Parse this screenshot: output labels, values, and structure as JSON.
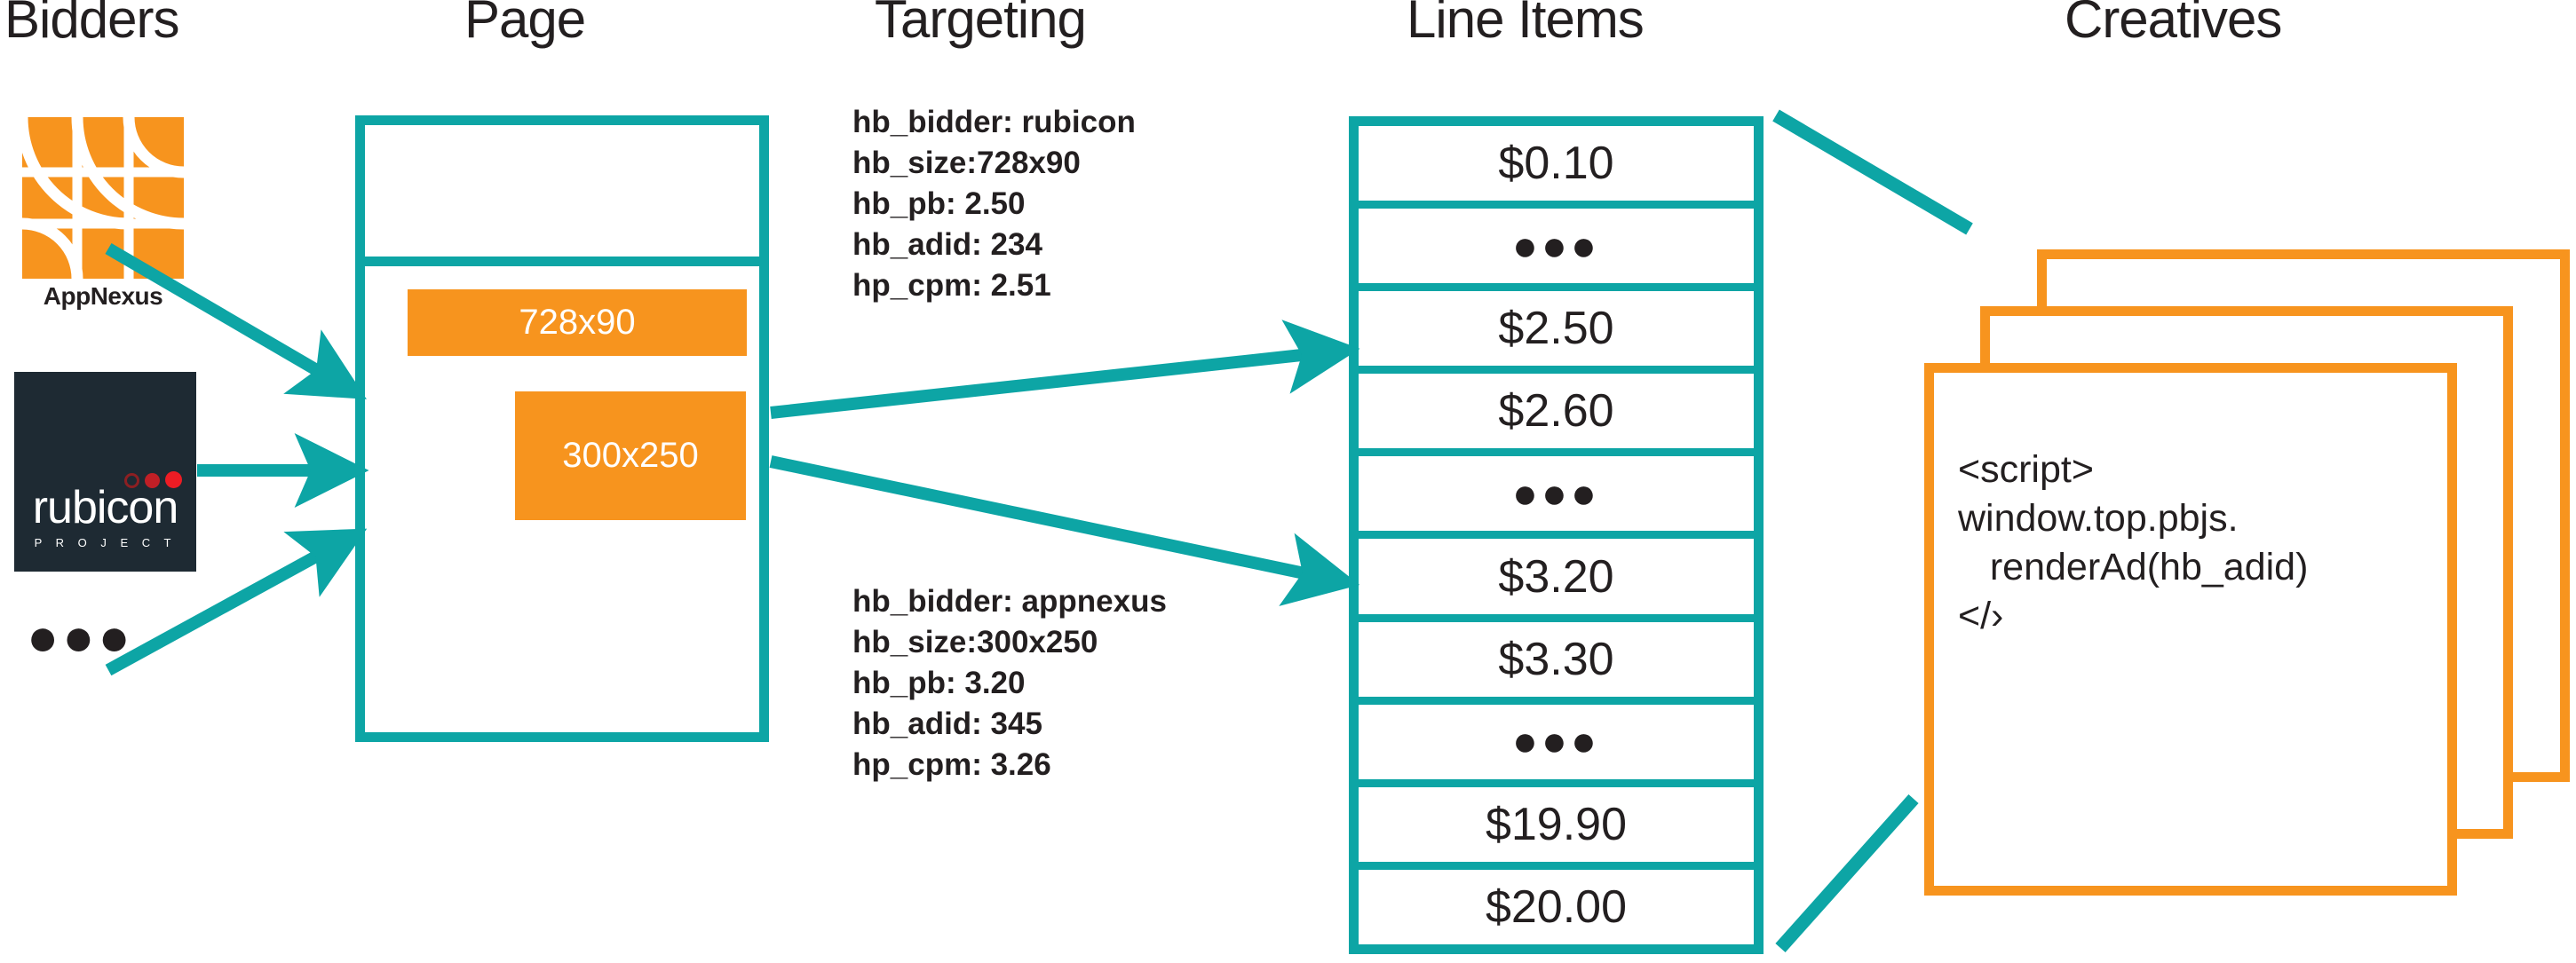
{
  "columns": [
    {
      "key": "bidders",
      "label": "Bidders"
    },
    {
      "key": "page",
      "label": "Page"
    },
    {
      "key": "targeting",
      "label": "Targeting"
    },
    {
      "key": "lineitems",
      "label": "Line Items"
    },
    {
      "key": "creatives",
      "label": "Creatives"
    }
  ],
  "colors": {
    "teal": "#0DA5A5",
    "orange": "#F7941E",
    "ink": "#231f20",
    "rubicon_navy": "#1e2a33",
    "rubicon_red": "#ED1C24",
    "white": "#ffffff"
  },
  "bidders": {
    "items": [
      {
        "name": "appnexus",
        "label": "AppNexus",
        "logo": "appnexus-logo"
      },
      {
        "name": "rubicon",
        "label": "rubicon",
        "sublabel": "P R O J E C T",
        "logo": "rubicon-project-logo"
      }
    ],
    "ellipsis": "●●●"
  },
  "page": {
    "ad_slots": [
      {
        "name": "leaderboard",
        "label": "728x90"
      },
      {
        "name": "medium-rectangle",
        "label": "300x250"
      }
    ]
  },
  "targeting": {
    "blocks": [
      {
        "name": "targeting-rubicon",
        "lines": [
          "hb_bidder: rubicon",
          "hb_size:728x90",
          "hb_pb: 2.50",
          "hb_adid: 234",
          "hp_cpm: 2.51"
        ]
      },
      {
        "name": "targeting-appnexus",
        "lines": [
          "hb_bidder: appnexus",
          "hb_size:300x250",
          "hb_pb: 3.20",
          "hb_adid: 345",
          "hp_cpm: 3.26"
        ]
      }
    ]
  },
  "line_items": {
    "rows": [
      {
        "label": "$0.10",
        "type": "price"
      },
      {
        "label": "●●●",
        "type": "ellipsis"
      },
      {
        "label": "$2.50",
        "type": "price"
      },
      {
        "label": "$2.60",
        "type": "price"
      },
      {
        "label": "●●●",
        "type": "ellipsis"
      },
      {
        "label": "$3.20",
        "type": "price"
      },
      {
        "label": "$3.30",
        "type": "price"
      },
      {
        "label": "●●●",
        "type": "ellipsis"
      },
      {
        "label": "$19.90",
        "type": "price"
      },
      {
        "label": "$20.00",
        "type": "price"
      }
    ]
  },
  "creatives": {
    "card_count": 3,
    "code": "<script>\nwindow.top.pbjs.\n   renderAd(hb_adid)\n</›"
  }
}
